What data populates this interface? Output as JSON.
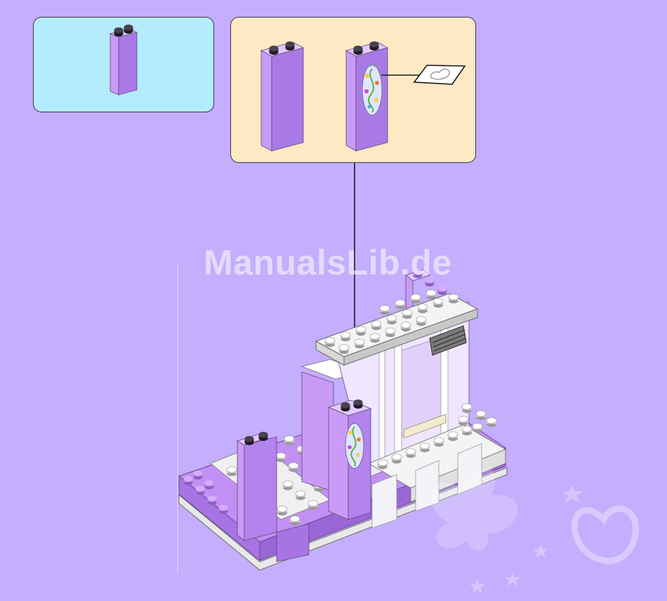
{
  "page": {
    "background_color": "#c4aefd"
  },
  "watermark": {
    "text": "ManualsLib.de"
  },
  "colors": {
    "panel_a_fill": "#b4ecfd",
    "panel_b_fill": "#fdeac4",
    "brick_lavender": "#c48ff5",
    "brick_dark": "#9a6ad0",
    "stud_dark": "#2c2630",
    "plate_white": "#f4f4f4",
    "window_glass": "#efe6ff"
  },
  "panels": [
    {
      "name": "parts-needed-panel",
      "part_icons": [
        "lavender-1x2x5-brick-icon"
      ]
    },
    {
      "name": "sub-assembly-panel",
      "part_icons": [
        "lavender-1x2x5-brick-icon",
        "decorated-flower-brick-icon",
        "sticker-sheet-icon"
      ]
    }
  ],
  "decorations": [
    "butterfly-icon",
    "heart-icon",
    "star-icon"
  ]
}
